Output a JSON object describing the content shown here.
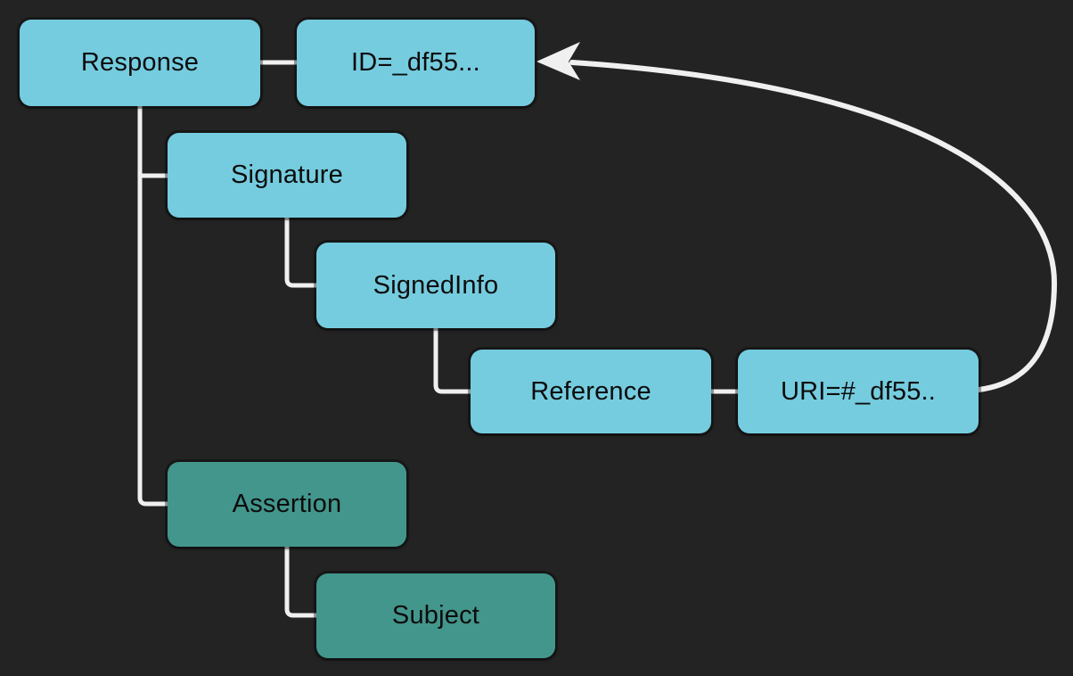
{
  "colors": {
    "background": "#232323",
    "node_blue": "#75CCDF",
    "node_teal": "#43968C",
    "connector": "#F0F0F0",
    "node_text": "#0C0C0C"
  },
  "nodes": [
    {
      "id": "response",
      "label": "Response",
      "color_role": "blue"
    },
    {
      "id": "id-attr",
      "label": "ID=_df55...",
      "color_role": "blue"
    },
    {
      "id": "signature",
      "label": "Signature",
      "color_role": "blue"
    },
    {
      "id": "signedinfo",
      "label": "SignedInfo",
      "color_role": "blue"
    },
    {
      "id": "reference",
      "label": "Reference",
      "color_role": "blue"
    },
    {
      "id": "uri-attr",
      "label": "URI=#_df55..",
      "color_role": "blue"
    },
    {
      "id": "assertion",
      "label": "Assertion",
      "color_role": "teal"
    },
    {
      "id": "subject",
      "label": "Subject",
      "color_role": "teal"
    }
  ],
  "edges": [
    {
      "from": "response",
      "to": "id-attr",
      "type": "straight"
    },
    {
      "from": "response",
      "to": "signature",
      "type": "elbow"
    },
    {
      "from": "response",
      "to": "assertion",
      "type": "elbow"
    },
    {
      "from": "signature",
      "to": "signedinfo",
      "type": "elbow"
    },
    {
      "from": "signedinfo",
      "to": "reference",
      "type": "elbow"
    },
    {
      "from": "reference",
      "to": "uri-attr",
      "type": "straight"
    },
    {
      "from": "assertion",
      "to": "subject",
      "type": "elbow"
    },
    {
      "from": "uri-attr",
      "to": "id-attr",
      "type": "curved-arrow"
    }
  ]
}
